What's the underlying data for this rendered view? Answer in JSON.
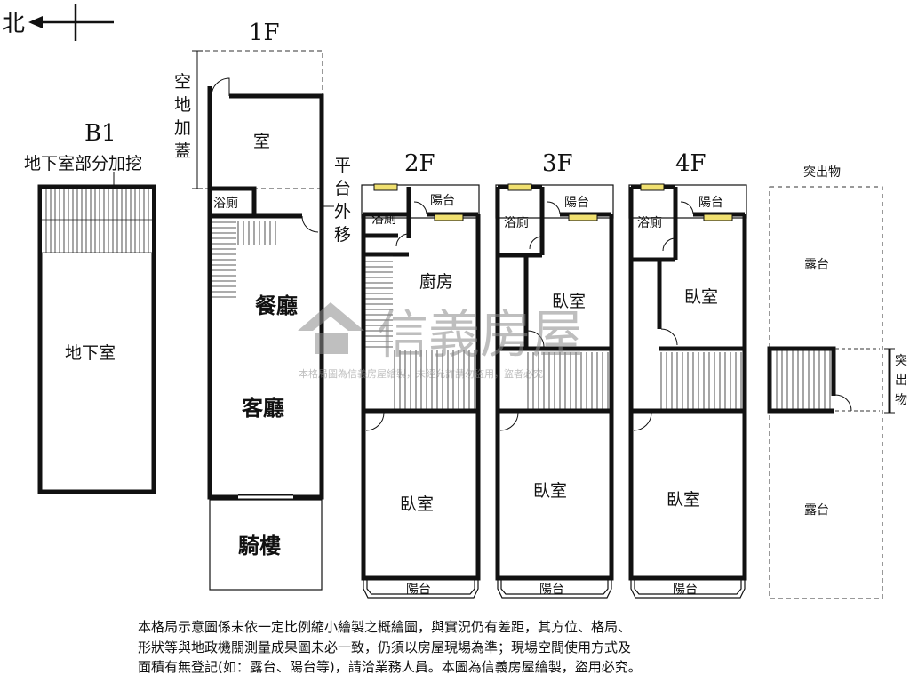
{
  "compass": {
    "north": "北"
  },
  "floors": {
    "b1": "B1",
    "f1": "1F",
    "f2": "2F",
    "f3": "3F",
    "f4": "4F"
  },
  "b1": {
    "note": "地下室部分加挖",
    "room": "地下室"
  },
  "f1": {
    "side_left": [
      "空",
      "地",
      "加",
      "蓋"
    ],
    "side_right": [
      "平",
      "台",
      "外",
      "移"
    ],
    "room_top": "室",
    "bath": "浴廁",
    "dining": "餐廳",
    "living": "客廳",
    "arcade": "騎樓"
  },
  "f2": {
    "bath": "浴廁",
    "balcony_top": "陽台",
    "kitchen": "廚房",
    "bedroom": "臥室",
    "balcony_bottom": "陽台"
  },
  "f3": {
    "bath": "浴廁",
    "balcony_top": "陽台",
    "bedroom_top": "臥室",
    "bedroom": "臥室",
    "balcony_bottom": "陽台"
  },
  "f4": {
    "bath": "浴廁",
    "balcony_top": "陽台",
    "bedroom_top": "臥室",
    "bedroom": "臥室",
    "balcony_bottom": "陽台"
  },
  "roof": {
    "title": "突出物",
    "terrace_top": "露台",
    "side": [
      "突",
      "出",
      "物"
    ],
    "terrace_bottom": "露台"
  },
  "watermark": {
    "brand": "信義房屋",
    "notice": "本格局圖為信義房屋繪製，未經允許請勿盜用，盜者必究"
  },
  "disclaimer": [
    "本格局示意圖係未依一定比例縮小繪製之概繪圖，與實況仍有差距，其方位、格局、",
    "形狀等與地政機關測量成果圖未必一致，仍須以房屋現場為準；現場空間使用方式及",
    "面積有無登記(如：露台、陽台等)，請洽業務人員。本圖為信義房屋繪製，盜用必究。"
  ]
}
